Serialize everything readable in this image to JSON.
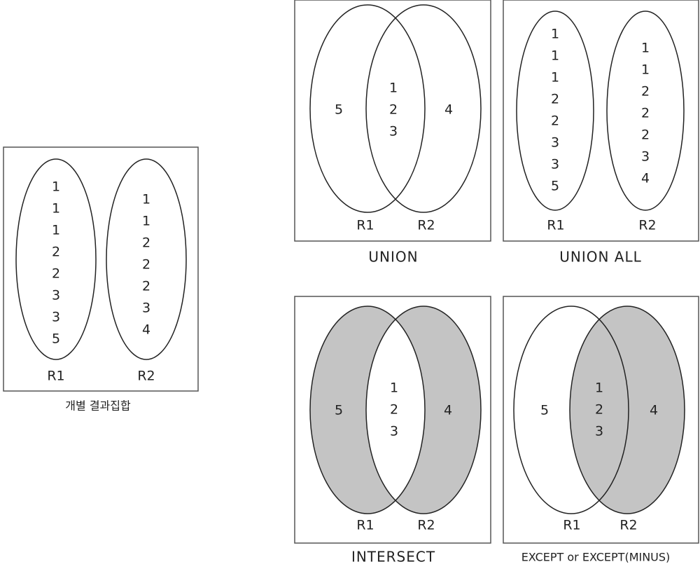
{
  "colors": {
    "shade": "#c4c4c4",
    "line": "#222222",
    "frame": "#555555"
  },
  "panels": {
    "individual": {
      "caption": "개별 결과집합",
      "r1_label": "R1",
      "r2_label": "R2",
      "r1_values": [
        "1",
        "1",
        "1",
        "2",
        "2",
        "3",
        "3",
        "5"
      ],
      "r2_values": [
        "1",
        "1",
        "2",
        "2",
        "2",
        "3",
        "4"
      ]
    },
    "union": {
      "caption": "UNION",
      "r1_label": "R1",
      "r2_label": "R2",
      "left_only": "5",
      "overlap": [
        "1",
        "2",
        "3"
      ],
      "right_only": "4"
    },
    "union_all": {
      "caption": "UNION ALL",
      "r1_label": "R1",
      "r2_label": "R2",
      "r1_values": [
        "1",
        "1",
        "1",
        "2",
        "2",
        "3",
        "3",
        "5"
      ],
      "r2_values": [
        "1",
        "1",
        "2",
        "2",
        "2",
        "3",
        "4"
      ]
    },
    "intersect": {
      "caption": "INTERSECT",
      "r1_label": "R1",
      "r2_label": "R2",
      "left_only": "5",
      "overlap": [
        "1",
        "2",
        "3"
      ],
      "right_only": "4"
    },
    "except": {
      "caption": "EXCEPT or EXCEPT(MINUS)",
      "r1_label": "R1",
      "r2_label": "R2",
      "left_only": "5",
      "overlap": [
        "1",
        "2",
        "3"
      ],
      "right_only": "4"
    }
  }
}
